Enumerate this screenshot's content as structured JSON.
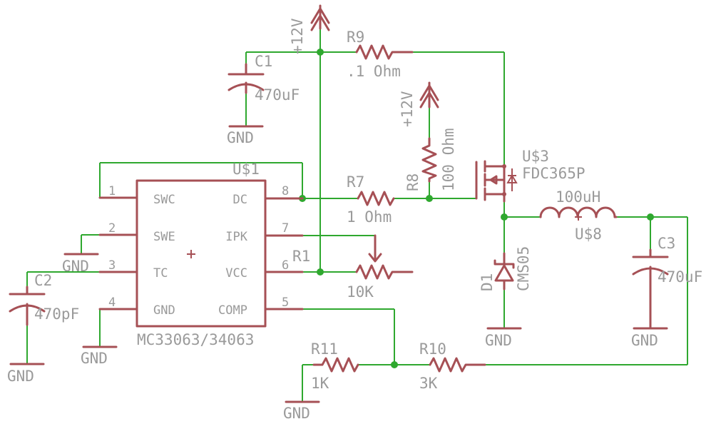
{
  "ic": {
    "ref": "U$1",
    "part": "MC33063/34063",
    "pin_names": {
      "swc": "SWC",
      "swe": "SWE",
      "tc": "TC",
      "gnd": "GND",
      "dc": "DC",
      "ipk": "IPK",
      "vcc": "VCC",
      "comp": "COMP"
    },
    "pin_numbers": {
      "p1": "1",
      "p2": "2",
      "p3": "3",
      "p4": "4",
      "p5": "5",
      "p6": "6",
      "p7": "7",
      "p8": "8"
    }
  },
  "supply": {
    "top": "+12V",
    "gate": "+12V"
  },
  "gnd": "GND",
  "components": {
    "c1": {
      "ref": "C1",
      "value": "470uF"
    },
    "c2": {
      "ref": "C2",
      "value": "470pF"
    },
    "c3": {
      "ref": "C3",
      "value": "470uF"
    },
    "r9": {
      "ref": "R9",
      "value": ".1 Ohm"
    },
    "r8": {
      "ref": "R8",
      "value": "100 Ohm"
    },
    "r7": {
      "ref": "R7",
      "value": "1 Ohm"
    },
    "r1": {
      "ref": "R1",
      "value": "10K"
    },
    "r11": {
      "ref": "R11",
      "value": "1K"
    },
    "r10": {
      "ref": "R10",
      "value": "3K"
    },
    "u3": {
      "ref": "U$3",
      "value": "FDC365P"
    },
    "u8": {
      "ref": "U$8",
      "value": "100uH"
    },
    "d1": {
      "ref": "D1",
      "value": "CMS05"
    }
  }
}
